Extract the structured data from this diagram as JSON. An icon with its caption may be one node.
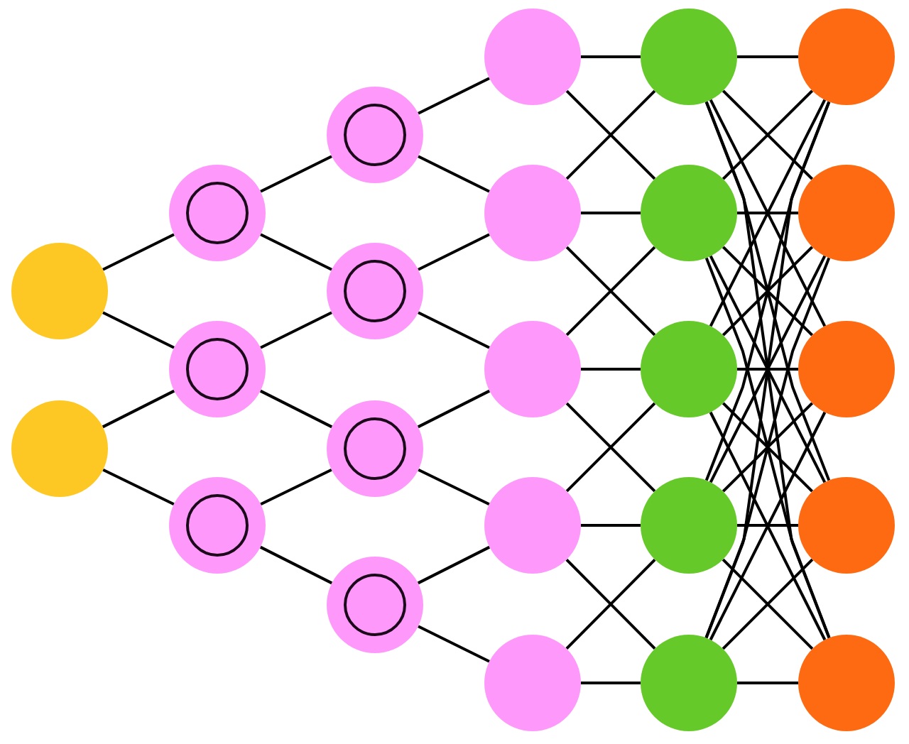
{
  "diagram": {
    "nodes": [
      {
        "text": [],
        "shape": "circle"
      },
      {
        "text": [],
        "shape": "circle"
      },
      {
        "text": [],
        "shape": "circle"
      },
      {
        "text": [],
        "shape": "circle"
      },
      {
        "text": [],
        "shape": "circle"
      },
      {
        "text": [],
        "shape": "circle"
      },
      {
        "text": [],
        "shape": "circle"
      },
      {
        "text": [],
        "shape": "circle"
      },
      {
        "text": [],
        "shape": "circle"
      },
      {
        "text": [],
        "shape": "circle"
      },
      {
        "text": [],
        "shape": "circle"
      },
      {
        "text": [],
        "shape": "circle"
      },
      {
        "text": [],
        "shape": "circle"
      },
      {
        "text": [],
        "shape": "circle"
      },
      {
        "text": [],
        "shape": "circle"
      },
      {
        "text": [],
        "shape": "circle"
      },
      {
        "text": [],
        "shape": "circle"
      },
      {
        "text": [],
        "shape": "circle"
      },
      {
        "text": [],
        "shape": "circle"
      },
      {
        "text": [],
        "shape": "circle"
      },
      {
        "text": [],
        "shape": "circle"
      },
      {
        "text": [],
        "shape": "circle"
      },
      {
        "text": [],
        "shape": "circle"
      },
      {
        "text": [],
        "shape": "circle"
      }
    ],
    "edges": [
      {
        "from": 0,
        "to": 2,
        "arrow": "none"
      },
      {
        "from": 0,
        "to": 3,
        "arrow": "none"
      },
      {
        "from": 1,
        "to": 3,
        "arrow": "none"
      },
      {
        "from": 1,
        "to": 4,
        "arrow": "none"
      },
      {
        "from": 2,
        "to": 5,
        "arrow": "none"
      },
      {
        "from": 2,
        "to": 6,
        "arrow": "none"
      },
      {
        "from": 3,
        "to": 6,
        "arrow": "none"
      },
      {
        "from": 3,
        "to": 7,
        "arrow": "none"
      },
      {
        "from": 4,
        "to": 7,
        "arrow": "none"
      },
      {
        "from": 4,
        "to": 8,
        "arrow": "none"
      },
      {
        "from": 5,
        "to": 9,
        "arrow": "none"
      },
      {
        "from": 5,
        "to": 10,
        "arrow": "none"
      },
      {
        "from": 6,
        "to": 10,
        "arrow": "none"
      },
      {
        "from": 6,
        "to": 11,
        "arrow": "none"
      },
      {
        "from": 7,
        "to": 11,
        "arrow": "none"
      },
      {
        "from": 7,
        "to": 12,
        "arrow": "none"
      },
      {
        "from": 8,
        "to": 12,
        "arrow": "none"
      },
      {
        "from": 8,
        "to": 13,
        "arrow": "none"
      },
      {
        "from": 9,
        "to": 14,
        "arrow": "none"
      },
      {
        "from": 9,
        "to": 15,
        "arrow": "none"
      },
      {
        "from": 10,
        "to": 14,
        "arrow": "none"
      },
      {
        "from": 10,
        "to": 15,
        "arrow": "none"
      },
      {
        "from": 10,
        "to": 16,
        "arrow": "none"
      },
      {
        "from": 11,
        "to": 15,
        "arrow": "none"
      },
      {
        "from": 11,
        "to": 16,
        "arrow": "none"
      },
      {
        "from": 11,
        "to": 17,
        "arrow": "none"
      },
      {
        "from": 12,
        "to": 16,
        "arrow": "none"
      },
      {
        "from": 12,
        "to": 17,
        "arrow": "none"
      },
      {
        "from": 12,
        "to": 18,
        "arrow": "none"
      },
      {
        "from": 13,
        "to": 17,
        "arrow": "none"
      },
      {
        "from": 13,
        "to": 18,
        "arrow": "none"
      },
      {
        "from": 14,
        "to": 19,
        "arrow": "none"
      },
      {
        "from": 14,
        "to": 20,
        "arrow": "none"
      },
      {
        "from": 14,
        "to": 21,
        "arrow": "none"
      },
      {
        "from": 14,
        "to": 22,
        "arrow": "none"
      },
      {
        "from": 14,
        "to": 23,
        "arrow": "none"
      },
      {
        "from": 15,
        "to": 19,
        "arrow": "none"
      },
      {
        "from": 15,
        "to": 20,
        "arrow": "none"
      },
      {
        "from": 15,
        "to": 21,
        "arrow": "none"
      },
      {
        "from": 15,
        "to": 22,
        "arrow": "none"
      },
      {
        "from": 15,
        "to": 23,
        "arrow": "none"
      },
      {
        "from": 16,
        "to": 19,
        "arrow": "none"
      },
      {
        "from": 16,
        "to": 20,
        "arrow": "none"
      },
      {
        "from": 16,
        "to": 21,
        "arrow": "none"
      },
      {
        "from": 16,
        "to": 22,
        "arrow": "none"
      },
      {
        "from": 16,
        "to": 23,
        "arrow": "none"
      },
      {
        "from": 17,
        "to": 19,
        "arrow": "none"
      },
      {
        "from": 17,
        "to": 20,
        "arrow": "none"
      },
      {
        "from": 17,
        "to": 21,
        "arrow": "none"
      },
      {
        "from": 17,
        "to": 22,
        "arrow": "none"
      },
      {
        "from": 17,
        "to": 23,
        "arrow": "none"
      },
      {
        "from": 18,
        "to": 19,
        "arrow": "none"
      },
      {
        "from": 18,
        "to": 20,
        "arrow": "none"
      },
      {
        "from": 18,
        "to": 21,
        "arrow": "none"
      },
      {
        "from": 18,
        "to": 22,
        "arrow": "none"
      },
      {
        "from": 18,
        "to": 23,
        "arrow": "none"
      }
    ]
  }
}
